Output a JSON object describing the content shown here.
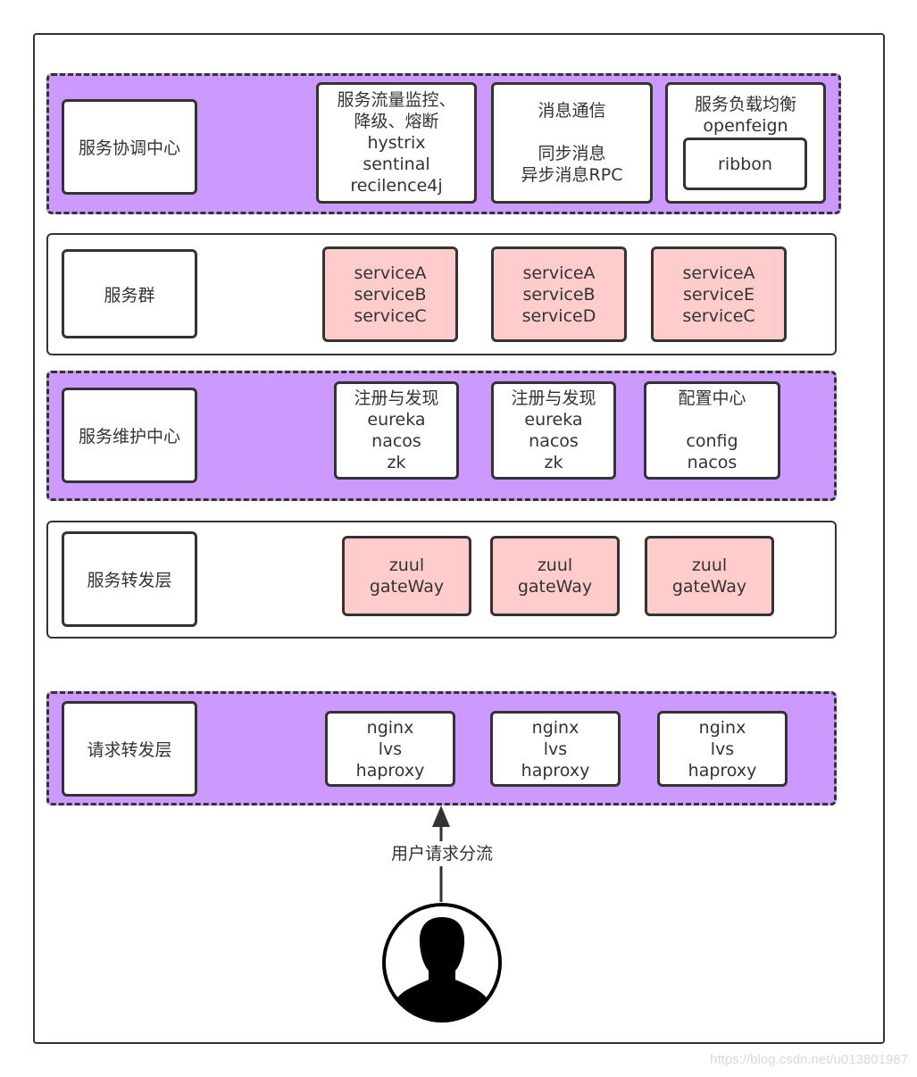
{
  "layers": {
    "coordination": {
      "label": "服务协调中心",
      "box1": [
        "服务流量监控、",
        "降级、熔断",
        "hystrix",
        "sentinal",
        "recilence4j"
      ],
      "box2": [
        "消息通信",
        "同步消息",
        "异步消息RPC"
      ],
      "box3": [
        "服务负载均衡",
        "openfeign"
      ],
      "box3_inner": "ribbon"
    },
    "services": {
      "label": "服务群",
      "box1": [
        "serviceA",
        "serviceB",
        "serviceC"
      ],
      "box2": [
        "serviceA",
        "serviceB",
        "serviceD"
      ],
      "box3": [
        "serviceA",
        "serviceE",
        "serviceC"
      ]
    },
    "maintenance": {
      "label": "服务维护中心",
      "box1": [
        "注册与发现",
        "eureka",
        "nacos",
        "zk"
      ],
      "box2": [
        "注册与发现",
        "eureka",
        "nacos",
        "zk"
      ],
      "box3": [
        "配置中心",
        "config",
        "nacos"
      ]
    },
    "forwarding": {
      "label": "服务转发层",
      "box1": [
        "zuul",
        "gateWay"
      ],
      "box2": [
        "zuul",
        "gateWay"
      ],
      "box3": [
        "zuul",
        "gateWay"
      ]
    },
    "request": {
      "label": "请求转发层",
      "box1": [
        "nginx",
        "lvs",
        "haproxy"
      ],
      "box2": [
        "nginx",
        "lvs",
        "haproxy"
      ],
      "box3": [
        "nginx",
        "lvs",
        "haproxy"
      ]
    }
  },
  "arrow_label": "用户请求分流",
  "user_icon": "user-avatar-icon",
  "watermark": "https://blog.csdn.net/u013801987",
  "colors": {
    "highlight_layer": "#cc99ff",
    "service_box": "#ffcccc",
    "stroke": "#333333"
  }
}
